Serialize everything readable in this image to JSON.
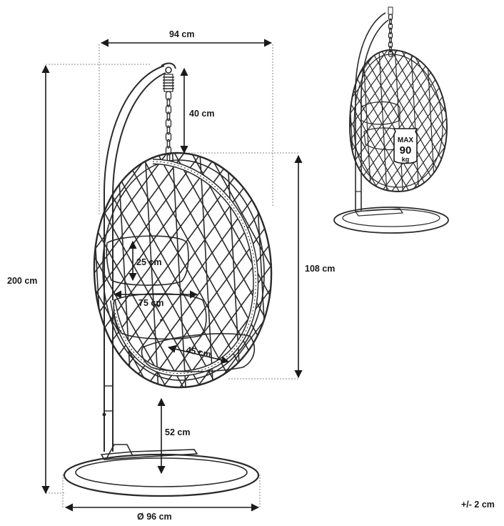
{
  "dimensions": {
    "width_top": "94 cm",
    "height_total": "200 cm",
    "chain_length": "40 cm",
    "chair_height": "108 cm",
    "backrest_height": "25 cm",
    "seat_width": "75 cm",
    "seat_depth": "45 cm",
    "ground_clearance": "52 cm",
    "base_diameter": "Ø 96 cm"
  },
  "tolerance": "+/- 2 cm",
  "max_load": {
    "line1": "MAX",
    "line2": "90",
    "line3": "kg"
  },
  "colors": {
    "line": "#2a2a2a",
    "guide": "#888888",
    "cushion_fill": "#ffffff"
  }
}
